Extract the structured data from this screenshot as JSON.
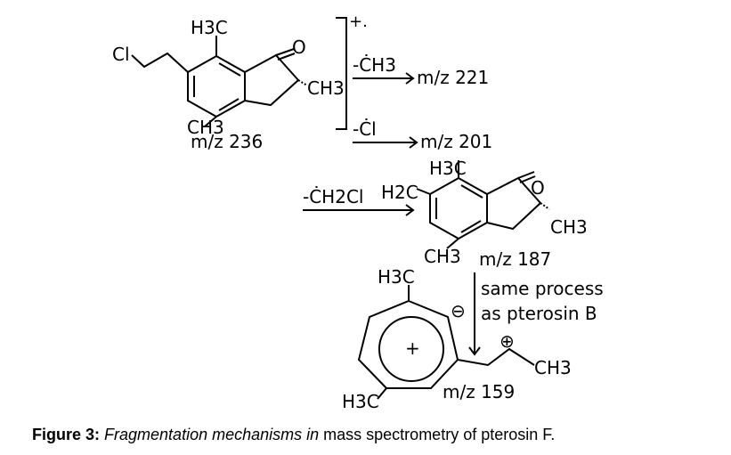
{
  "molecule1": {
    "cl": "Cl",
    "h3c": "H3C",
    "o": "O",
    "ch3_right": "CH3",
    "ch3_bottom": "CH3",
    "mz": "m/z 236",
    "charge": "+."
  },
  "step1": {
    "loss": "-ĊH3",
    "product": "m/z 221"
  },
  "step2": {
    "loss": "-Ċl",
    "product": "m/z 201"
  },
  "step3": {
    "loss": "-ĊH2Cl"
  },
  "molecule2": {
    "h3c": "H3C",
    "h2c": "H2C",
    "o": "O",
    "ch3_right": "CH3",
    "ch3_bottom": "CH3",
    "mz": "m/z 187"
  },
  "step4": {
    "line1": "same process",
    "line2": "as  pterosin B"
  },
  "molecule3": {
    "h3c_top": "H3C",
    "h3c_bottom": "H3C",
    "plus_ring": "+",
    "minus": "⊖",
    "plus_chain": "⊕",
    "ch3": "CH3",
    "mz": "m/z 159"
  },
  "caption": {
    "label": "Figure 3:",
    "italic": "Fragmentation mechanisms in",
    "rest": "mass spectrometry of pterosin F."
  }
}
